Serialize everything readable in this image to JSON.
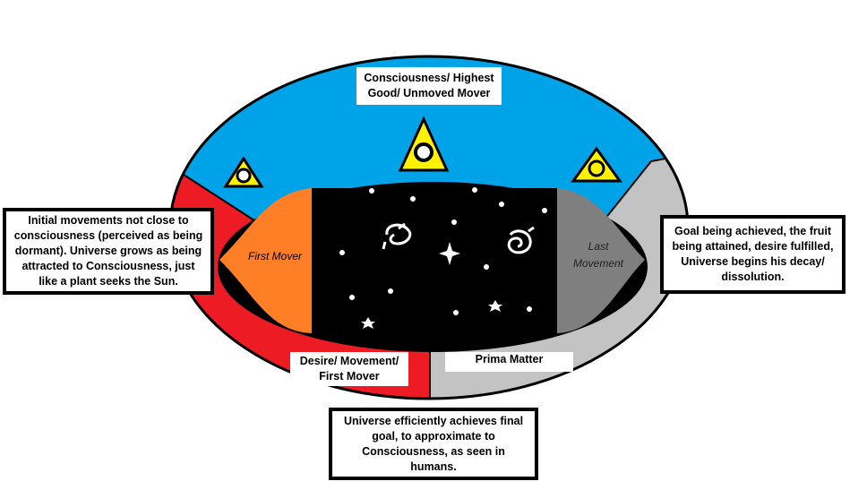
{
  "title_label": "Consciousness/ Highest Good/ Unmoved Mover",
  "inner_left_label": "First Mover",
  "inner_right_label": "Last Movement",
  "bottom_left_label": "Desire/ Movement/ First Mover",
  "bottom_right_label": "Prima Matter",
  "left_note": "Initial movements not close to consciousness (perceived as being dormant). Universe grows as being attracted to Consciousness, just like a plant seeks the Sun.",
  "right_note": "Goal being achieved, the fruit being attained, desire fulfilled, Universe begins his decay/ dissolution.",
  "bottom_note": "Universe efficiently achieves final goal, to approximate to Consciousness, as seen in humans.",
  "colors": {
    "blue": "#00a2e8",
    "red": "#ed1c24",
    "grey": "#c3c3c3",
    "dark_grey": "#7f7f7f",
    "orange": "#ff7f27",
    "yellow": "#fff200"
  }
}
